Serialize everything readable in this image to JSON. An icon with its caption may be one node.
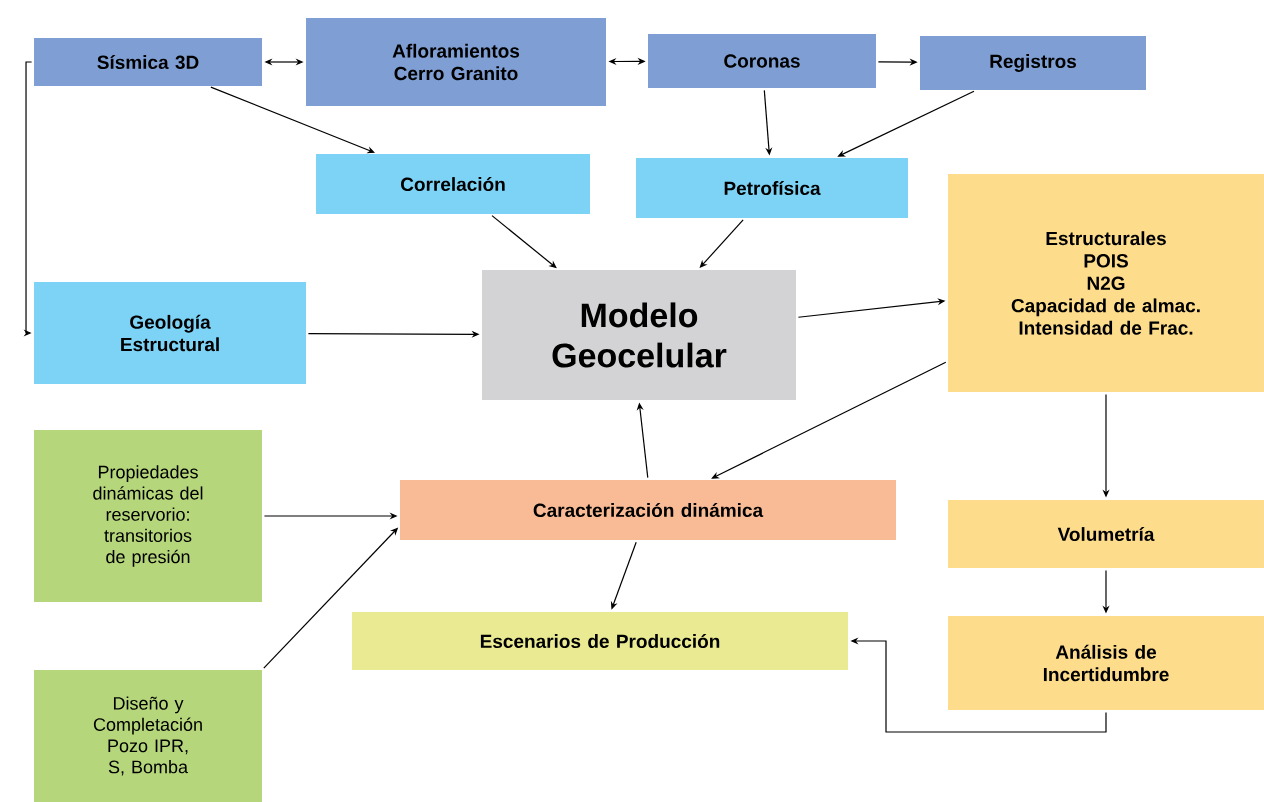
{
  "diagram": {
    "nodes": [
      {
        "text": [
          "Sísmica 3D"
        ]
      },
      {
        "text": [
          "Afloramientos Cerro Granito"
        ]
      },
      {
        "text": [
          "Coronas"
        ]
      },
      {
        "text": [
          "Registros"
        ]
      },
      {
        "text": [
          "Correlación"
        ]
      },
      {
        "text": [
          "Petrofísica"
        ]
      },
      {
        "text": [
          "Estructurales",
          "POIS",
          "N2G",
          "Capacidad de almac.",
          "Intensidad de Frac."
        ]
      },
      {
        "text": [
          "Geología Estructural"
        ]
      },
      {
        "text": [
          "Modelo Geocelular"
        ]
      },
      {
        "text": [
          "Propiedades dinámicas del reservorio: transitorios de presión"
        ]
      },
      {
        "text": [
          "Caracterización dinámica"
        ]
      },
      {
        "text": [
          "Volumetría"
        ]
      },
      {
        "text": [
          "Escenarios de Producción"
        ]
      },
      {
        "text": [
          "Análisis de Incertidumbre"
        ]
      },
      {
        "text": [
          "Diseño y Completación Pozo IPR, S, Bomba"
        ]
      }
    ],
    "edges": [
      {
        "from": 0,
        "to": 1,
        "arrow": "both"
      },
      {
        "from": 1,
        "to": 2,
        "arrow": "both"
      },
      {
        "from": 2,
        "to": 3,
        "arrow": "to"
      },
      {
        "from": 0,
        "to": 4,
        "arrow": "to"
      },
      {
        "from": 2,
        "to": 5,
        "arrow": "to"
      },
      {
        "from": 3,
        "to": 5,
        "arrow": "to"
      },
      {
        "from": 4,
        "to": 8,
        "arrow": "to"
      },
      {
        "from": 5,
        "to": 8,
        "arrow": "to"
      },
      {
        "from": 0,
        "to": 7,
        "arrow": "to"
      },
      {
        "from": 7,
        "to": 8,
        "arrow": "to"
      },
      {
        "from": 8,
        "to": 6,
        "arrow": "to"
      },
      {
        "from": 6,
        "to": 10,
        "arrow": "to"
      },
      {
        "from": 6,
        "to": 11,
        "arrow": "to"
      },
      {
        "from": 11,
        "to": 13,
        "arrow": "to"
      },
      {
        "from": 13,
        "to": 12,
        "arrow": "to"
      },
      {
        "from": 10,
        "to": 8,
        "arrow": "to"
      },
      {
        "from": 10,
        "to": 12,
        "arrow": "to"
      },
      {
        "from": 9,
        "to": 10,
        "arrow": "to"
      },
      {
        "from": 14,
        "to": 10,
        "arrow": "to"
      }
    ]
  }
}
